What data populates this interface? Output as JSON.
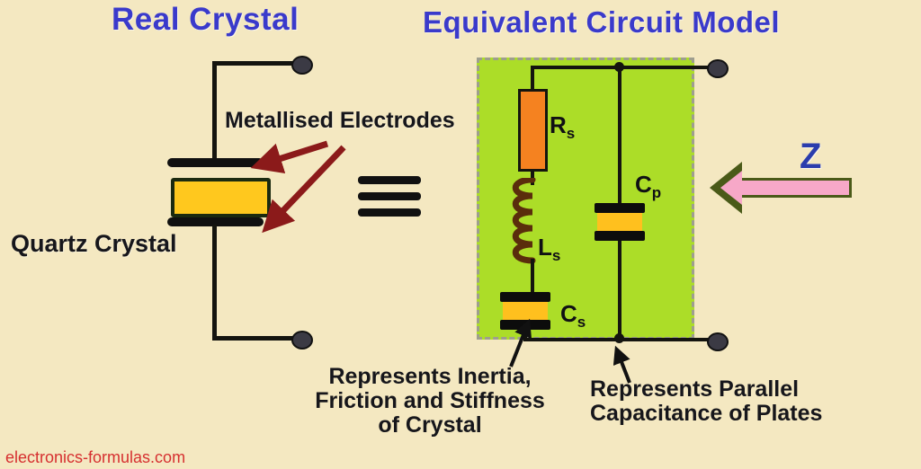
{
  "page": {
    "background_color": "#F4E8C1",
    "watermark": "electronics-formulas.com",
    "watermark_color": "#D63030"
  },
  "titles": {
    "left": "Real Crystal",
    "right": "Equivalent Circuit Model",
    "color": "#3A3ACB"
  },
  "left_diagram": {
    "name": "Real Crystal",
    "crystal_label": "Quartz Crystal",
    "electrodes_label": "Metallised Electrodes",
    "electrode_color": "#101010",
    "quartz_color": "#FFC81E",
    "quartz_border_color": "#1B2A10",
    "annotation_arrow_color": "#8B1A1A",
    "terminal_count": 2
  },
  "equivalence_symbol": {
    "glyph": "identical-to",
    "bars": 3,
    "color": "#111111"
  },
  "right_diagram": {
    "name": "Equivalent Circuit Model",
    "panel_color": "#ACDD28",
    "panel_border": "dashed gray",
    "components": [
      {
        "id": "rs",
        "symbol": "R",
        "subscript": "s",
        "type": "resistor",
        "color": "#F58220",
        "branch": "series-motional"
      },
      {
        "id": "ls",
        "symbol": "L",
        "subscript": "s",
        "type": "inductor",
        "color": "#5A2D0C",
        "branch": "series-motional"
      },
      {
        "id": "cs",
        "symbol": "C",
        "subscript": "s",
        "type": "capacitor",
        "color": "#FFC01E",
        "branch": "series-motional"
      },
      {
        "id": "cp",
        "symbol": "C",
        "subscript": "p",
        "type": "capacitor",
        "color": "#FFC01E",
        "branch": "parallel"
      }
    ],
    "impedance_label": "Z",
    "impedance_label_color": "#2B3DAD",
    "impedance_arrow_fill": "#F7A8C8",
    "impedance_arrow_outline": "#4A5A18",
    "impedance_arrow_direction": "left",
    "terminal_count": 2
  },
  "captions": {
    "series_branch": "Represents Inertia,\nFriction and Stiffness\nof Crystal",
    "parallel_branch": "Represents Parallel\nCapacitance of Plates"
  }
}
